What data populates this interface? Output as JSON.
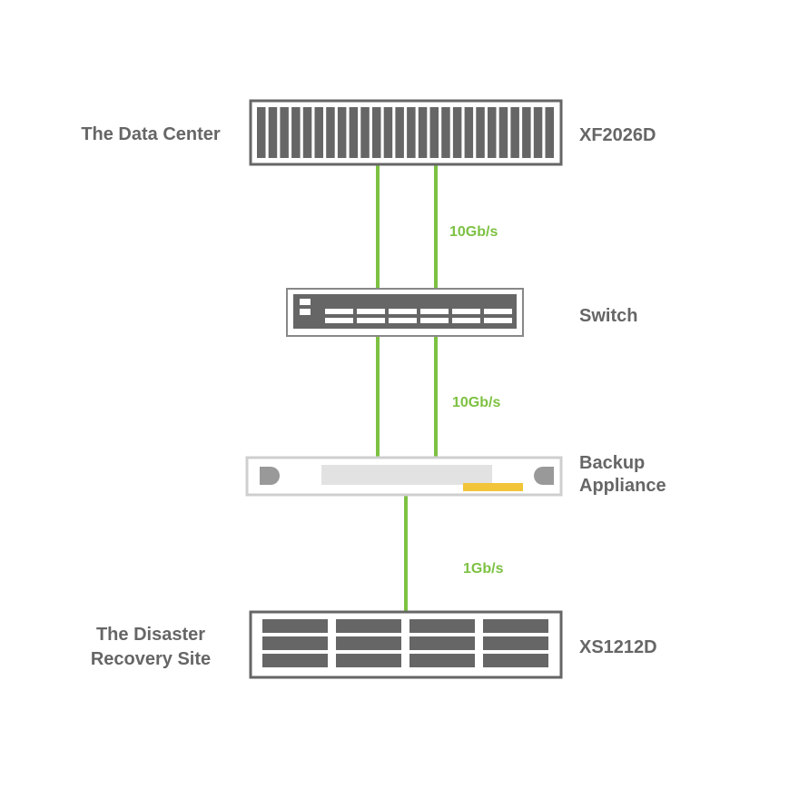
{
  "colors": {
    "device_dark": "#666666",
    "device_frame": "#777777",
    "link_green": "#7dc142",
    "appliance_frame": "#cfcfcf",
    "appliance_panel": "#e2e2e2",
    "appliance_indicator": "#f2c438",
    "background": "#ffffff"
  },
  "nodes": {
    "data_center": {
      "site_label": "The Data Center",
      "model": "XF2026D",
      "icon": "rack-storage-icon"
    },
    "switch": {
      "label": "Switch",
      "icon": "network-switch-icon"
    },
    "backup_appliance": {
      "label_line1": "Backup",
      "label_line2": "Appliance",
      "icon": "backup-appliance-icon"
    },
    "dr_site": {
      "site_label_line1": "The Disaster",
      "site_label_line2": "Recovery Site",
      "model": "XS1212D",
      "icon": "rack-storage-icon"
    }
  },
  "links": {
    "dc_to_switch": {
      "speed": "10Gb/s"
    },
    "switch_to_appliance": {
      "speed": "10Gb/s"
    },
    "appliance_to_dr": {
      "speed": "1Gb/s"
    }
  }
}
